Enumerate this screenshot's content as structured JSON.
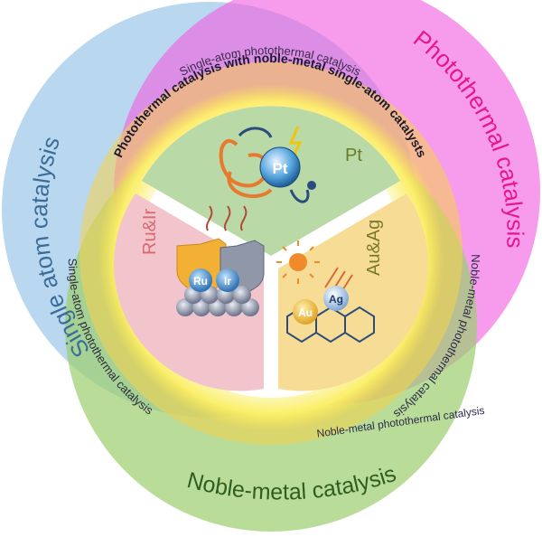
{
  "outer_labels": {
    "single_atom": "Single atom catalysis",
    "photothermal": "Photothermal catalysis",
    "noble_metal": "Noble-metal  catalysis"
  },
  "ring_labels": {
    "sa_photothermal_top": "Single-atom photothermal catalysis",
    "noble_photothermal_right": "Noble-metal photothermal catalysis",
    "sa_photothermal_left": "Single-atom photothermal catalysis",
    "noble_photothermal_bottom": "Noble-metal photothermal catalysis"
  },
  "center_ring_label": "Photothermal catalysis with noble-metal single-atom catalysts",
  "sectors": {
    "pt": {
      "label": "Pt",
      "atom": "Pt"
    },
    "ruir": {
      "label": "Ru&Ir",
      "atoms": [
        "Ru",
        "Ir"
      ]
    },
    "auag": {
      "label": "Au&Ag",
      "atoms": [
        "Au",
        "Ag"
      ]
    }
  },
  "colors": {
    "single_atom_circle": "#9ec9ea",
    "photothermal_circle": "#f25fe0",
    "noble_metal_circle": "#9ecf72",
    "pt_sector": "#b9d9a6",
    "ruir_sector": "#f2c4cc",
    "auag_sector": "#f7dc96"
  }
}
